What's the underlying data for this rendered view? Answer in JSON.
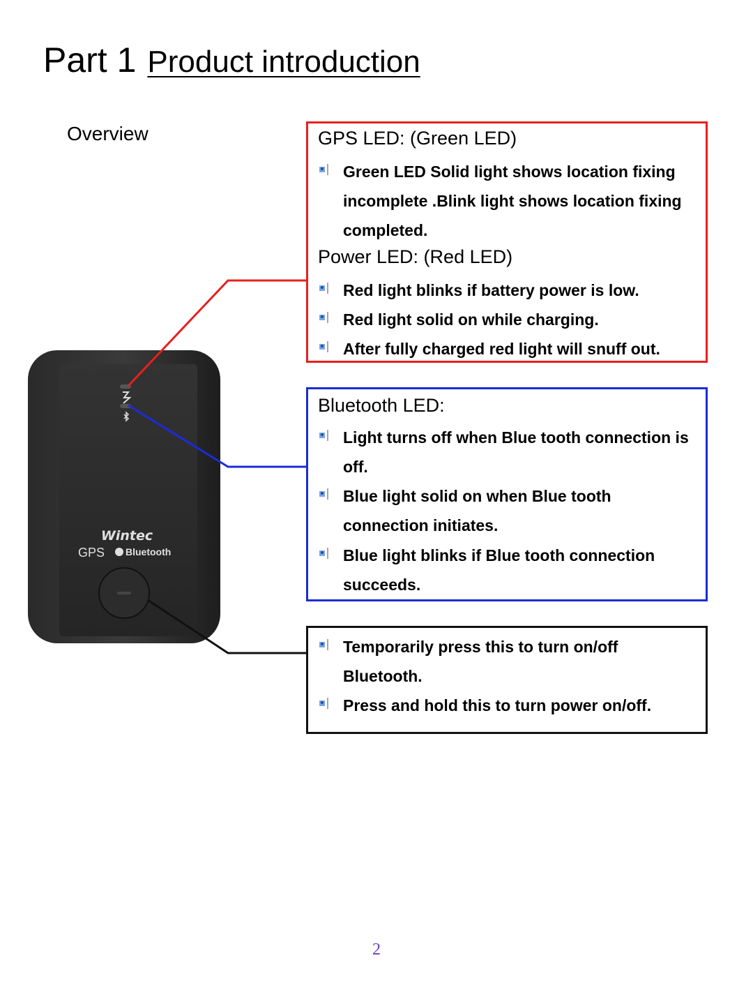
{
  "title": {
    "part": "Part 1",
    "topic": "Product introduction"
  },
  "overview_label": "Overview",
  "gps_box": {
    "heading": "GPS LED: (Green LED)",
    "items": [
      "Green LED Solid light shows location fixing incomplete .Blink light shows location fixing completed."
    ],
    "subheading": "Power LED: (Red LED)",
    "power_items": [
      "Red light blinks if battery power is low.",
      "Red light solid on while charging.",
      "After fully charged red light will snuff out."
    ],
    "border_color": "#e8201d"
  },
  "bluetooth_box": {
    "heading": "Bluetooth LED:",
    "items": [
      "Light turns off when Blue tooth connection is off.",
      "Blue light solid on when Blue tooth connection initiates.",
      "Blue light blinks if Blue tooth connection succeeds."
    ],
    "border_color": "#1c2bd8"
  },
  "button_box": {
    "items": [
      "Temporarily press this to turn on/off Bluetooth.",
      "Press and hold this to turn power on/off."
    ],
    "border_color": "#111111"
  },
  "device": {
    "brand": "Wintec",
    "gps_label": "GPS",
    "bluetooth_label": "Bluetooth"
  },
  "icons": {
    "bullet": "bullet-icon",
    "power_led": "power-led-icon",
    "bluetooth_led": "bluetooth-led-icon",
    "power_button": "power-button-icon"
  },
  "page_number": "2"
}
